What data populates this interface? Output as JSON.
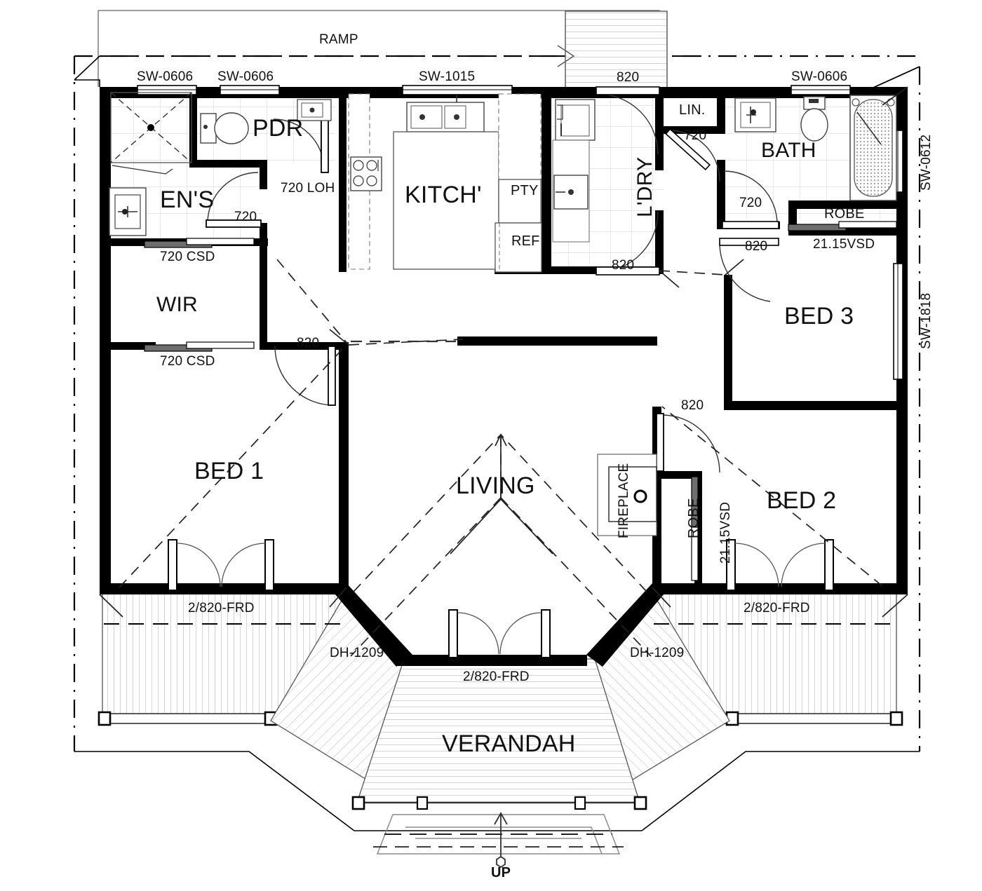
{
  "drawing": {
    "type": "architectural-floor-plan",
    "title": "Residential Floor Plan",
    "line_color": "#000000",
    "wall_fill": "#000000",
    "hatch_color": "#9a9a9a",
    "text_color": "#111111"
  },
  "rooms": [
    {
      "id": "ens",
      "label": "EN'S"
    },
    {
      "id": "pdr",
      "label": "PDR"
    },
    {
      "id": "kitch",
      "label": "KITCH'"
    },
    {
      "id": "pty",
      "label": "PTY"
    },
    {
      "id": "ref",
      "label": "REF"
    },
    {
      "id": "ldry",
      "label": "L'DRY"
    },
    {
      "id": "lin",
      "label": "LIN."
    },
    {
      "id": "bath",
      "label": "BATH"
    },
    {
      "id": "robe_bath",
      "label": "ROBE"
    },
    {
      "id": "wir",
      "label": "WIR"
    },
    {
      "id": "bed1",
      "label": "BED 1"
    },
    {
      "id": "bed2",
      "label": "BED 2"
    },
    {
      "id": "bed3",
      "label": "BED 3"
    },
    {
      "id": "living",
      "label": "LIVING"
    },
    {
      "id": "verandah",
      "label": "VERANDAH"
    },
    {
      "id": "robe_bed2",
      "label": "ROBE"
    },
    {
      "id": "fireplace",
      "label": "FIREPLACE"
    },
    {
      "id": "ramp",
      "label": "RAMP"
    },
    {
      "id": "up",
      "label": "UP"
    }
  ],
  "windows": [
    {
      "id": "w1",
      "label": "SW-0606",
      "position": "top-left-1"
    },
    {
      "id": "w2",
      "label": "SW-0606",
      "position": "top-left-2"
    },
    {
      "id": "w3",
      "label": "SW-1015",
      "position": "top-center"
    },
    {
      "id": "w4",
      "label": "SW-0606",
      "position": "top-right"
    },
    {
      "id": "w5",
      "label": "SW-0612",
      "position": "right-bath"
    },
    {
      "id": "w6",
      "label": "SW-1818",
      "position": "right-bed3"
    },
    {
      "id": "w7",
      "label": "DH-1209",
      "position": "verandah-left"
    },
    {
      "id": "w8",
      "label": "DH-1209",
      "position": "verandah-right"
    }
  ],
  "doors": [
    {
      "id": "d1",
      "label": "720 LOH",
      "position": "pdr"
    },
    {
      "id": "d2",
      "label": "720",
      "position": "ens"
    },
    {
      "id": "d3",
      "label": "720 CSD",
      "position": "wir-top"
    },
    {
      "id": "d4",
      "label": "720 CSD",
      "position": "wir-bottom"
    },
    {
      "id": "d5",
      "label": "820",
      "position": "bed1"
    },
    {
      "id": "d6",
      "label": "820",
      "position": "ldry-top"
    },
    {
      "id": "d7",
      "label": "820",
      "position": "ldry-bottom"
    },
    {
      "id": "d8",
      "label": "720",
      "position": "lin"
    },
    {
      "id": "d9",
      "label": "720",
      "position": "bath"
    },
    {
      "id": "d10",
      "label": "820",
      "position": "bed3-entry"
    },
    {
      "id": "d11",
      "label": "820",
      "position": "bed2-entry"
    },
    {
      "id": "d12",
      "label": "2/820-FRD",
      "position": "bed1-front"
    },
    {
      "id": "d13",
      "label": "2/820-FRD",
      "position": "living-front"
    },
    {
      "id": "d14",
      "label": "2/820-FRD",
      "position": "bed2-front"
    },
    {
      "id": "d15",
      "label": "21.15VSD",
      "position": "robe-bath"
    },
    {
      "id": "d16",
      "label": "21.15VSD",
      "position": "robe-bed2"
    }
  ],
  "annotations": {
    "ramp": "RAMP",
    "up": "UP",
    "ldry_door_top": "820",
    "ldry_door_bottom": "820"
  }
}
